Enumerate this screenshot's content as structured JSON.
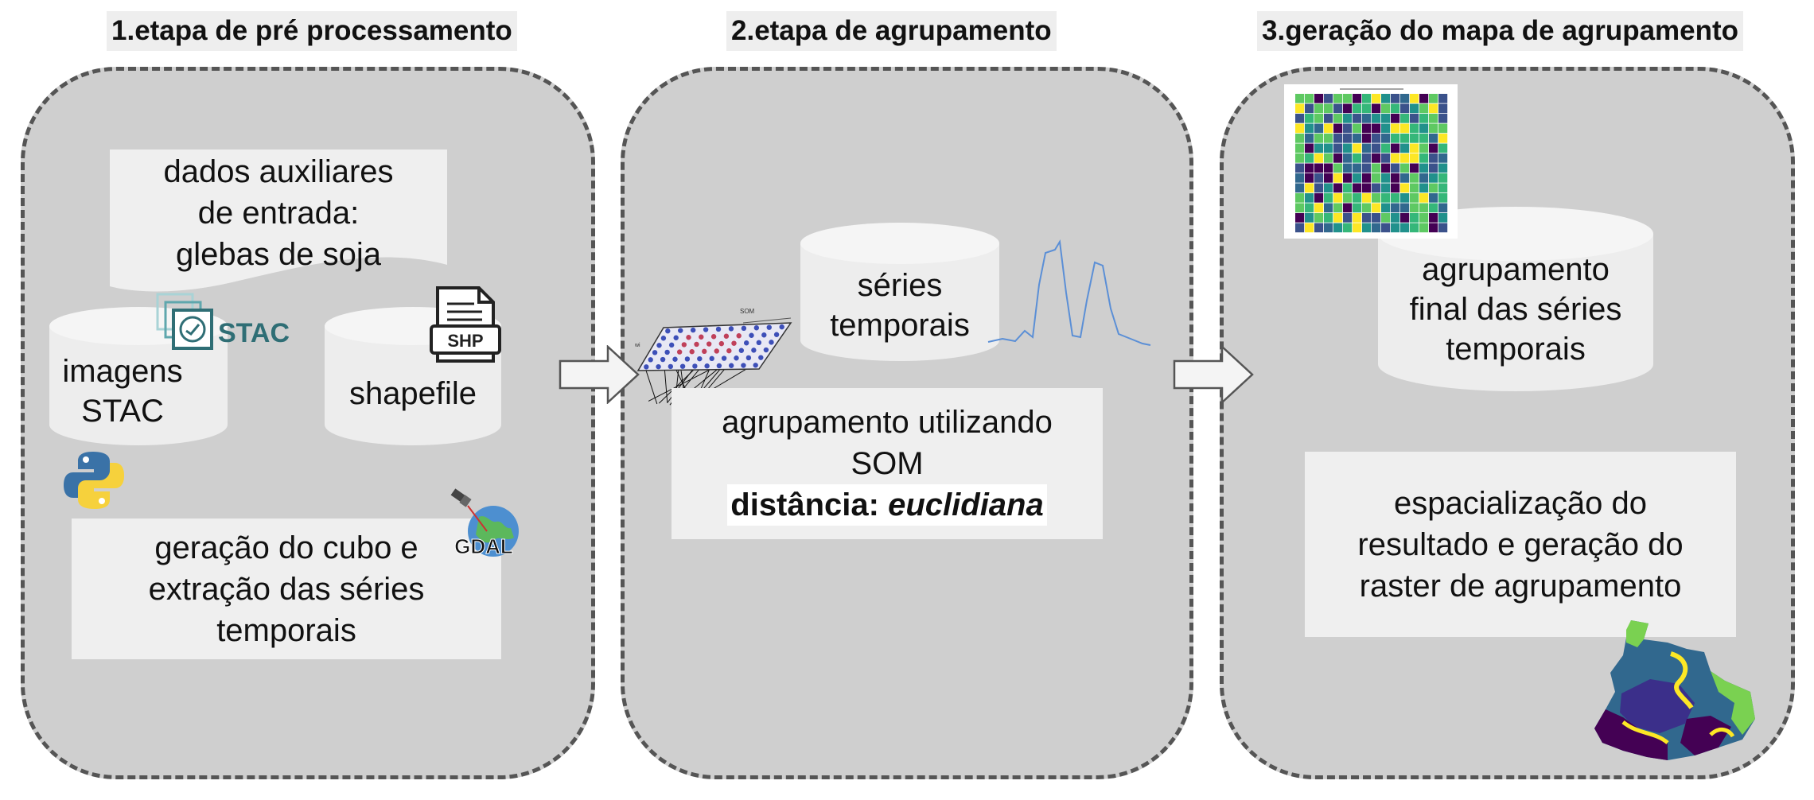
{
  "stage1": {
    "title": "1.etapa de pré processamento",
    "aux_data_box": [
      "dados auxiliares",
      "de entrada:",
      "glebas de soja"
    ],
    "cyl_images": [
      "imagens",
      "STAC"
    ],
    "cyl_shapefile": "shapefile",
    "stac_logo_text": "STAC",
    "shp_icon_text": "SHP",
    "gdal_logo_text": "GDAL",
    "cube_box": [
      "geração do cubo e",
      "extração das séries",
      "temporais"
    ]
  },
  "stage2": {
    "title": "2.etapa de agrupamento",
    "cyl_series": [
      "séries",
      "temporais"
    ],
    "som_box_line1": "agrupamento utilizando",
    "som_box_line2": "SOM",
    "distance_label": "distância:",
    "distance_value": "euclidiana"
  },
  "stage3": {
    "title": "3.geração do mapa de agrupamento",
    "cyl_final": [
      "agrupamento",
      "final das séries",
      "temporais"
    ],
    "raster_box": [
      "espacialização do",
      "resultado e geração do",
      "raster de agrupamento"
    ]
  },
  "colors": {
    "panel_fill": "#cfcfcf",
    "panel_border": "#555555",
    "box_fill": "#efefef",
    "cylinder_fill": "#ededed",
    "viridis_dark": "#440154",
    "viridis_blue": "#31688e",
    "viridis_green": "#35b779",
    "viridis_yellow": "#fde725",
    "stac_teal": "#2f6e75",
    "series_line": "#5b8fd6"
  }
}
